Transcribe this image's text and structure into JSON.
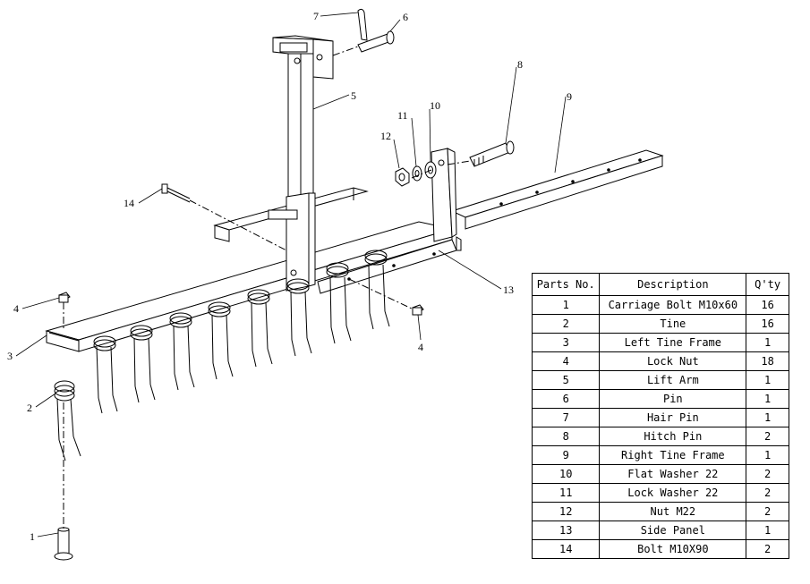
{
  "callouts": [
    "1",
    "2",
    "3",
    "4",
    "5",
    "6",
    "7",
    "8",
    "9",
    "10",
    "11",
    "12",
    "13",
    "14"
  ],
  "parts_table": {
    "headers": [
      "Parts No.",
      "Description",
      "Q'ty"
    ],
    "rows": [
      [
        "1",
        "Carriage Bolt M10x60",
        "16"
      ],
      [
        "2",
        "Tine",
        "16"
      ],
      [
        "3",
        "Left Tine Frame",
        "1"
      ],
      [
        "4",
        "Lock Nut",
        "18"
      ],
      [
        "5",
        "Lift Arm",
        "1"
      ],
      [
        "6",
        "Pin",
        "1"
      ],
      [
        "7",
        "Hair Pin",
        "1"
      ],
      [
        "8",
        "Hitch Pin",
        "2"
      ],
      [
        "9",
        "Right Tine Frame",
        "1"
      ],
      [
        "10",
        "Flat Washer 22",
        "2"
      ],
      [
        "11",
        "Lock Washer 22",
        "2"
      ],
      [
        "12",
        "Nut M22",
        "2"
      ],
      [
        "13",
        "Side Panel",
        "1"
      ],
      [
        "14",
        "Bolt M10X90",
        "2"
      ]
    ]
  }
}
